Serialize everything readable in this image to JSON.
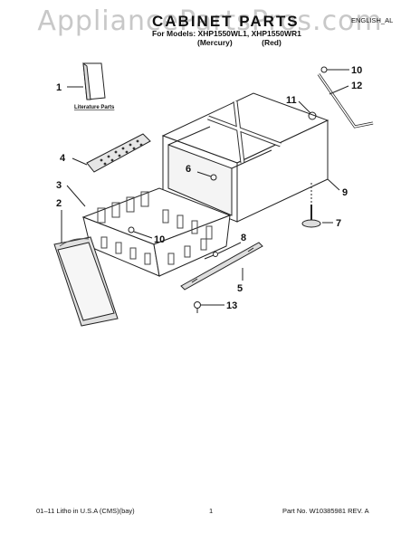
{
  "watermark": "AppliancePartsPros.com",
  "header": {
    "title": "CABINET PARTS",
    "models_line": "For Models: XHP1550WL1, XHP1550WR1",
    "color_left": "(Mercury)",
    "color_right": "(Red)",
    "language": "ENGLISH_AL"
  },
  "diagram": {
    "literature_label": "Literature Parts",
    "callouts": [
      "1",
      "2",
      "3",
      "4",
      "5",
      "6",
      "7",
      "8",
      "9",
      "10",
      "10",
      "11",
      "12",
      "13"
    ]
  },
  "footer": {
    "left": "01–11 Litho in U.S.A (CMS)(bay)",
    "page": "1",
    "right": "Part No. W10385981 REV. A"
  }
}
